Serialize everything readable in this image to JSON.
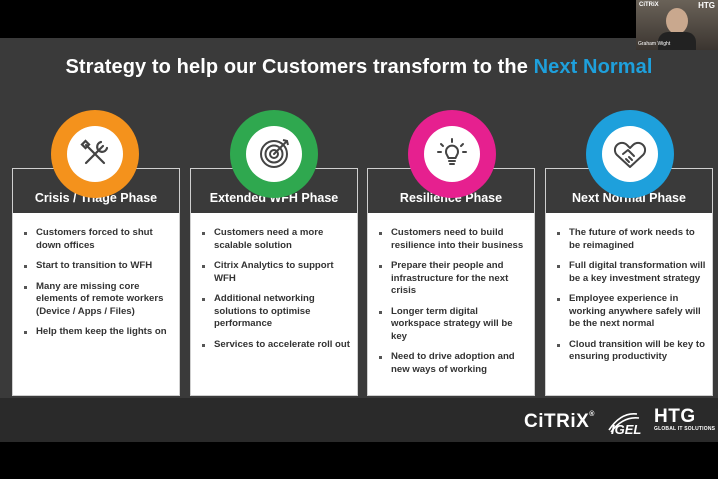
{
  "slide": {
    "title_main": "Strategy to help our Customers transform to the ",
    "title_highlight": "Next Normal",
    "highlight_color": "#1ea0dc",
    "phases": [
      {
        "title": "Crisis / Triage Phase",
        "color": "#f4921c",
        "icon": "tools-icon",
        "bullets": [
          "Customers forced to shut down offices",
          "Start to transition to WFH",
          "Many are missing core elements of remote workers (Device / Apps / Files)",
          "Help them keep the lights on"
        ]
      },
      {
        "title": "Extended WFH Phase",
        "color": "#2fa84f",
        "icon": "target-icon",
        "bullets": [
          "Customers need a more scalable solution",
          "Citrix Analytics to support WFH",
          "Additional networking solutions to optimise performance",
          "Services to accelerate roll out"
        ]
      },
      {
        "title": "Resilience Phase",
        "color": "#e6208f",
        "icon": "lightbulb-icon",
        "bullets": [
          "Customers need to build resilience into their business",
          "Prepare their people and infrastructure for the next crisis",
          "Longer term digital workspace strategy will be key",
          "Need to drive adoption and new ways of working"
        ]
      },
      {
        "title": "Next Normal Phase",
        "color": "#1ea0dc",
        "icon": "handshake-heart-icon",
        "bullets": [
          "The future of work needs to be reimagined",
          "Full digital transformation will be a key investment strategy",
          "Employee experience in working anywhere safely will be the next normal",
          "Cloud transition will be key to ensuring productivity"
        ]
      }
    ],
    "brands": {
      "citrix": "CiTRiX",
      "citrix_mark": "®",
      "igel": "IGEL",
      "htg": "HTG",
      "htg_sub": "GLOBAL IT SOLUTIONS"
    }
  },
  "webcam": {
    "name": "Graham Wight",
    "logo_left": "CiTRiX",
    "logo_right": "HTG"
  }
}
